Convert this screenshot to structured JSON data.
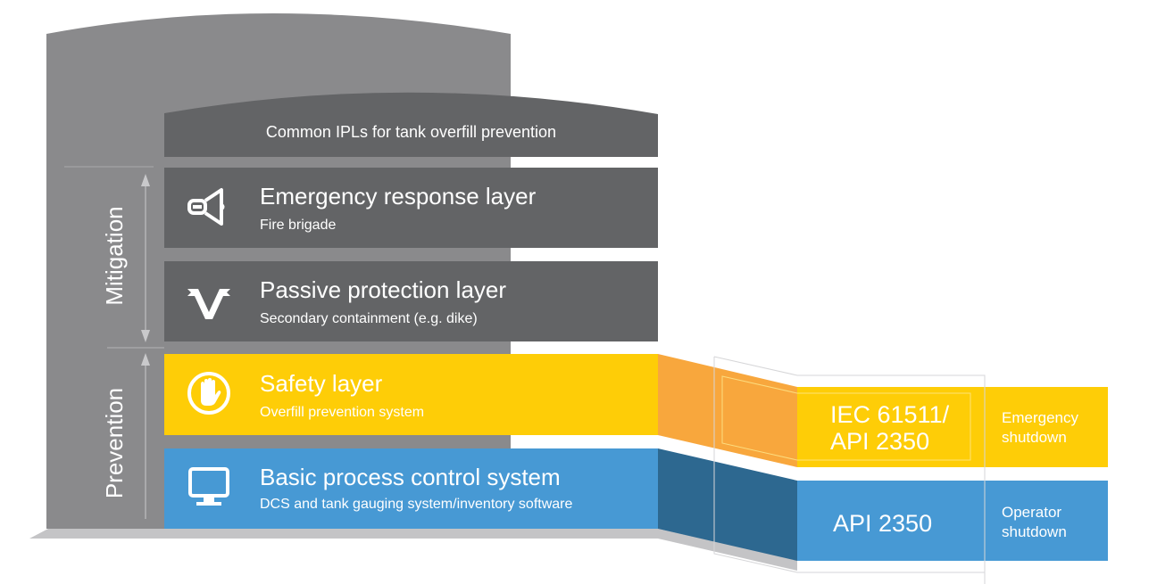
{
  "diagram": {
    "header": "Common IPLs for tank overfill prevention",
    "side_labels": {
      "mitigation": "Mitigation",
      "prevention": "Prevention"
    },
    "layers": [
      {
        "id": "emergency",
        "title": "Emergency response layer",
        "subtitle": "Fire brigade",
        "icon": "megaphone-icon",
        "group": "Mitigation"
      },
      {
        "id": "passive",
        "title": "Passive protection layer",
        "subtitle": "Secondary containment (e.g. dike)",
        "icon": "dike-v-icon",
        "group": "Mitigation"
      },
      {
        "id": "safety",
        "title": "Safety layer",
        "subtitle": "Overfill prevention system",
        "icon": "stop-hand-icon",
        "group": "Prevention"
      },
      {
        "id": "bpcs",
        "title": "Basic process control system",
        "subtitle": "DCS and tank gauging system/inventory software",
        "icon": "monitor-icon",
        "group": "Prevention"
      }
    ],
    "standards": [
      {
        "layer": "safety",
        "standard": "IEC 61511/\nAPI 2350",
        "line1": "IEC 61511/",
        "line2": "API 2350",
        "action_line1": "Emergency",
        "action_line2": "shutdown"
      },
      {
        "layer": "bpcs",
        "standard": "API 2350",
        "line1": "API 2350",
        "action_line1": "Operator",
        "action_line2": "shutdown"
      }
    ],
    "colors": {
      "tank": "#8a8a8c",
      "layer_dark": "#636466",
      "safety_yellow": "#fecd07",
      "safety_orange": "#f8a73d",
      "bpcs_blue": "#4799d4",
      "bpcs_dark_blue": "#2d6890",
      "ground": "#c4c4c6",
      "frame_line": "#d6d6d8",
      "arrow": "#c9c9cb"
    }
  }
}
